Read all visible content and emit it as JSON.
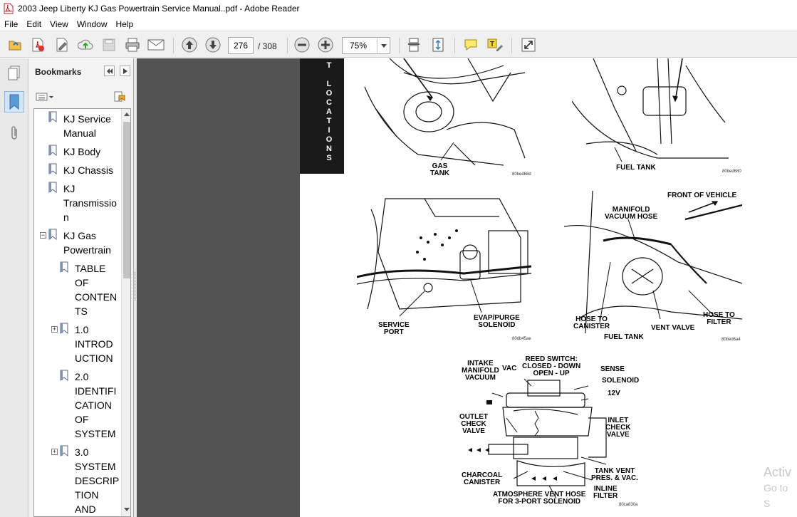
{
  "window": {
    "title": "2003 Jeep Liberty KJ Gas Powertrain Service Manual..pdf - Adobe Reader"
  },
  "menu": [
    "File",
    "Edit",
    "View",
    "Window",
    "Help"
  ],
  "toolbar": {
    "current_page": "276",
    "page_total": "/ 308",
    "zoom": "75%"
  },
  "icons": {
    "create": "create-pdf-icon",
    "print": "print-icon",
    "email": "email-icon",
    "prev": "arrow-up-icon",
    "next": "arrow-down-icon",
    "zoom_out": "minus-icon",
    "zoom_in": "plus-icon",
    "fit_page": "fit-page-icon",
    "comment": "comment-icon",
    "highlight": "highlight-icon",
    "expand": "expand-icon"
  },
  "bookmarks": {
    "title": "Bookmarks",
    "items": [
      {
        "label": "KJ Service\nManual"
      },
      {
        "label": "KJ Body"
      },
      {
        "label": "KJ Chassis"
      },
      {
        "label": "KJ\nTransmissio\nn"
      },
      {
        "label": "KJ Gas\nPowertrain"
      },
      {
        "label": "TABLE\nOF\nCONTEN\nTS"
      },
      {
        "label": "1.0\nINTROD\nUCTION"
      },
      {
        "label": "2.0\nIDENTIFI\nCATION\nOF\nSYSTEM"
      },
      {
        "label": "3.0\nSYSTEM\nDESCRIP\nTION\nAND"
      }
    ]
  },
  "document": {
    "side_tab": "T  LOCATIONS",
    "figures": {
      "fig1": {
        "labels": [
          "GAS\nTANK"
        ],
        "code": "80bed68d"
      },
      "fig2": {
        "labels": [
          "FUEL TANK"
        ],
        "code": "80bed680"
      },
      "fig3": {
        "labels": [
          "SERVICE\nPORT",
          "EVAP/PURGE\nSOLENOID"
        ],
        "code": "80db45ae"
      },
      "fig4": {
        "labels": [
          "FRONT OF VEHICLE",
          "MANIFOLD\nVACUUM HOSE",
          "HOSE TO\nCANISTER",
          "FUEL TANK",
          "VENT VALVE",
          "HOSE TO\nFILTER"
        ],
        "code": "80bed6a4"
      },
      "fig5": {
        "labels": [
          "INTAKE\nMANIFOLD\nVACUUM",
          "VAC",
          "REED SWITCH:\nCLOSED - DOWN\nOPEN - UP",
          "SENSE",
          "SOLENOID",
          "12V",
          "OUTLET\nCHECK\nVALVE",
          "INLET\nCHECK\nVALVE",
          "CHARCOAL\nCANISTER",
          "TANK VENT\nPRES. & VAC.",
          "INLINE\nFILTER",
          "ATMOSPHERE VENT HOSE\nFOR 3-PORT SOLENOID"
        ],
        "code": "80ca830a"
      }
    }
  },
  "watermark": {
    "line1": "Activ",
    "line2": "Go to S"
  }
}
